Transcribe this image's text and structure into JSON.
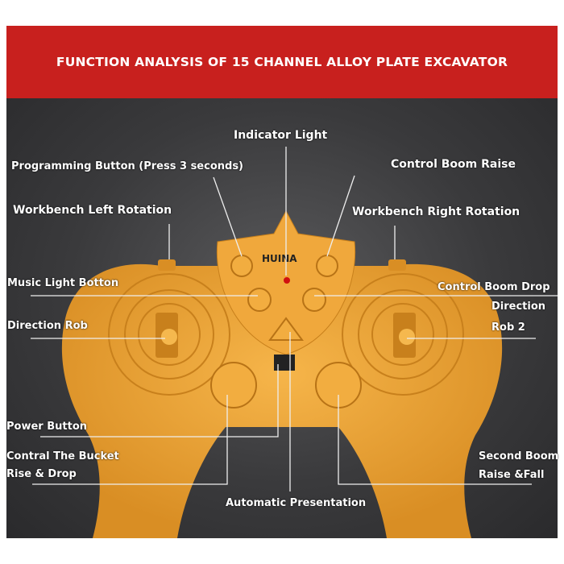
{
  "title": "FUNCTION ANALYSIS OF 15 CHANNEL ALLOY PLATE EXCAVATOR",
  "brand": "HUINA",
  "labels": {
    "indicator_light": "Indicator Light",
    "programming_button": "Programming Button (Press 3 seconds)",
    "control_boom_raise": "Control Boom Raise",
    "workbench_left": "Workbench Left Rotation",
    "workbench_right": "Workbench Right Rotation",
    "music_light": "Music Light Botton",
    "control_boom_drop_1": "Control Boom Drop",
    "control_boom_drop_2": "Direction",
    "direction_rob": "Direction Rob",
    "rob_2": "Rob 2",
    "power_button": "Power Button",
    "bucket_1": "Contral The Bucket",
    "bucket_2": "Rise & Drop",
    "second_boom_1": "Second Boom",
    "second_boom_2": "Raise &Fall",
    "automatic": "Automatic Presentation"
  },
  "colors": {
    "banner": "#c8201e",
    "controller": "#e8a23a",
    "background": "#3a3a3c"
  }
}
